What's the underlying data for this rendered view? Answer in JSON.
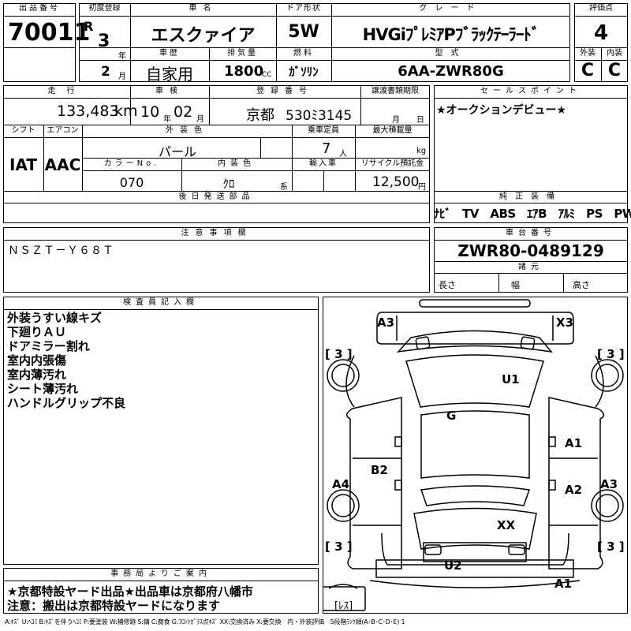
{
  "header": {
    "lot_label": "出品番号",
    "lot": "70011",
    "reg_label": "初度登録",
    "era": "R",
    "reg_year": "3",
    "year_unit": "年",
    "reg_month": "2",
    "month_unit": "月",
    "name_label": "車名",
    "name": "エスクァイア",
    "history_label": "車歴",
    "history": "自家用",
    "displacement_label": "排気量",
    "displacement": "1800",
    "cc": "CC",
    "door_label": "ドア形状",
    "door": "5W",
    "fuel_label": "燃料",
    "fuel": "ｶﾞｿﾘﾝ",
    "grade_label": "グレード",
    "grade": "HVGiﾌﾟﾚﾐｱPﾌﾞﾗｯｸﾃｰﾗｰﾄﾞ",
    "model_label": "型式",
    "model": "6AA-ZWR80G",
    "score_label": "評価点",
    "score": "4",
    "ext_label": "外装",
    "ext": "C",
    "int_label": "内装",
    "int": "C"
  },
  "row2": {
    "mileage_label": "走行",
    "mileage": "133,483",
    "km": "km",
    "inspection_label": "車検",
    "insp_year": "10",
    "insp_year_unit": "年",
    "insp_month": "02",
    "insp_month_unit": "月",
    "plate_label": "登録番号",
    "plate_region": "京都",
    "plate_num": "530ﾐ3145",
    "transfer_label": "譲渡書類期限",
    "transfer_month_unit": "月",
    "transfer_day_unit": "日",
    "sales_label": "セールスポイント",
    "sales": "★オークションデビュー★",
    "shift_label": "シフト",
    "shift": "IAT",
    "ac_label": "エアコン",
    "ac": "AAC",
    "exterior_color_label": "外装色",
    "exterior_color": "パール",
    "capacity_label": "乗車定員",
    "capacity": "7",
    "capacity_unit": "人",
    "load_label": "最大積載量",
    "load_unit": "kg",
    "color_no_label": "カラーNo.",
    "color_no": "070",
    "interior_color_label": "内装色",
    "interior_color": "ｸﾛ",
    "interior_suffix": "系",
    "import_label": "輸入車",
    "recycle_label": "リサイクル預託金",
    "recycle": "12,500",
    "yen": "円",
    "later_label": "後日発送部品",
    "equipment_label": "純正装備",
    "equipment": "ﾅﾋﾞ　TV　ABS　ｴｱB　ｱﾙﾐ　PS　PW"
  },
  "notes": {
    "label": "注意事項欄",
    "text": "ＮＳＺＴ－Ｙ６８Ｔ",
    "chassis_label": "車台番号",
    "chassis": "ZWR80-0489129",
    "dims_label": "諸元",
    "length": "長さ",
    "width": "幅",
    "height": "高さ"
  },
  "inspector": {
    "label": "検査員記入欄",
    "lines": [
      "外装うすい線キズ",
      "下廻りＡＵ",
      "ドアミラー割れ",
      "室内内張傷",
      "室内薄汚れ",
      "シート薄汚れ",
      "ハンドルグリップ不良"
    ]
  },
  "diagram": {
    "tire_l1": "[ 3 ]",
    "tire_r1": "[ 3 ]",
    "tire_l2": "[ 3 ]",
    "tire_r2": "[ 3 ]",
    "a3_tl": "A3",
    "x3_tr": "X3",
    "u1": "U1",
    "g": "G",
    "a1_r": "A1",
    "a4_l": "A4",
    "b2": "B2",
    "a2_r": "A2",
    "a3_r": "A3",
    "xx": "XX",
    "u2": "U2",
    "a1_b": "A1",
    "less": "[ﾚｽ]"
  },
  "office": {
    "label": "事務局よりご案内",
    "line1": "★京都特設ヤード出品★出品車は京都府八幡市",
    "line2": "注意：搬出は京都特設ヤードになります"
  },
  "legend": "A:ｷｽﾞ U:ﾍｺﾐ B:ｷｽﾞを伴うﾍｺﾐ P:要塗装 W:補修跡 S:錆 C:腐食 G:ﾌﾛﾝﾄｶﾞﾗｽ点ｷｽﾞ XX:交換済み X:要交換　内・外装評価　5段階ﾗﾝｸ順(A･B･C･D･E) 1"
}
